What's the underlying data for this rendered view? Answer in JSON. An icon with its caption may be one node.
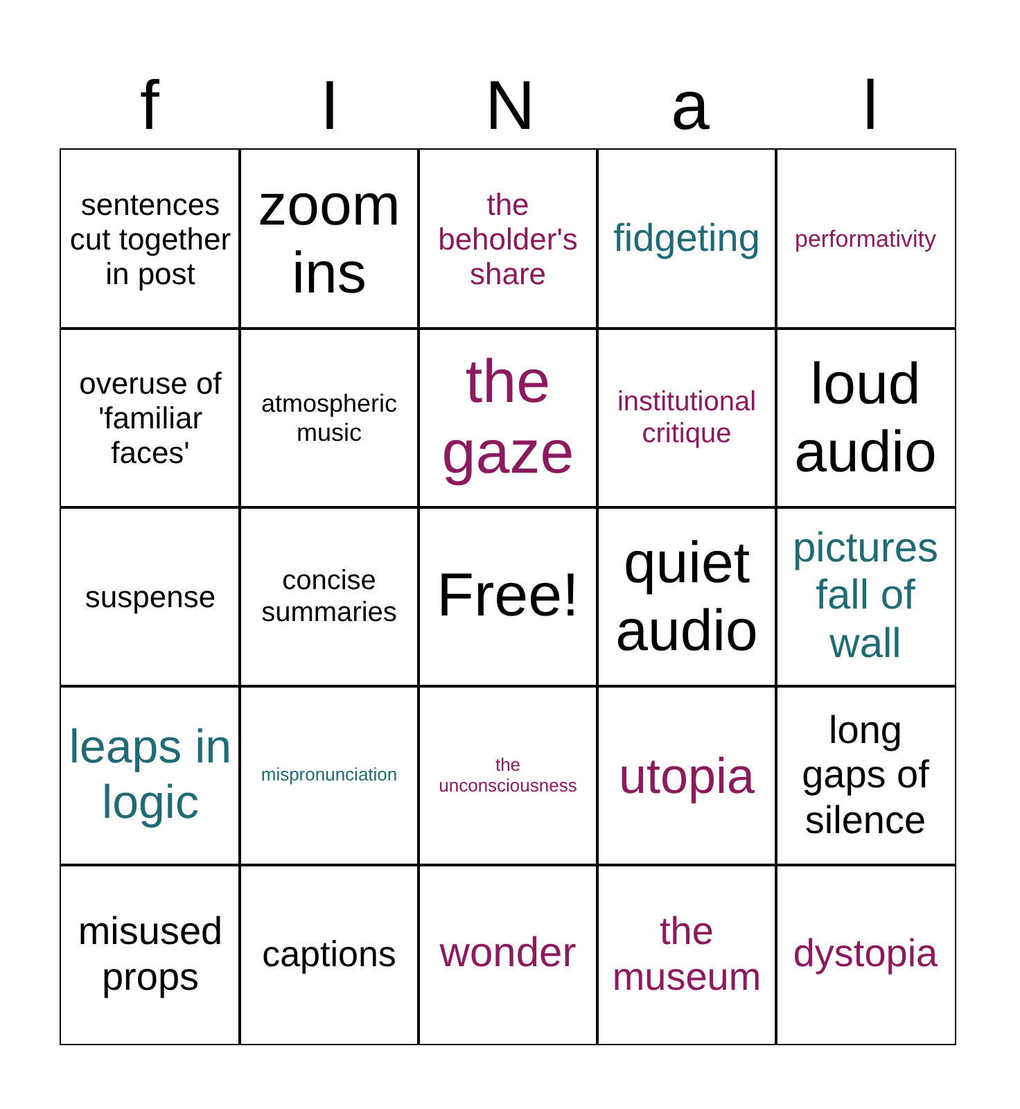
{
  "diagram": {
    "labels": [
      "f",
      "I",
      "N",
      "a",
      "l",
      "sentences cut together in post",
      "zoom ins",
      "the beholder's share",
      "fidgeting",
      "performativity",
      "overuse of 'familiar faces'",
      "atmospheric music",
      "the gaze",
      "institutional critique",
      "loud audio",
      "suspense",
      "concise summaries",
      "Free!",
      "quiet audio",
      "pictures fall of wall",
      "leaps in logic",
      "mispronunciation",
      "the unconsciousness",
      "utopia",
      "long gaps of silence",
      "misused props",
      "captions",
      "wonder",
      "the museum",
      "dystopia"
    ]
  }
}
